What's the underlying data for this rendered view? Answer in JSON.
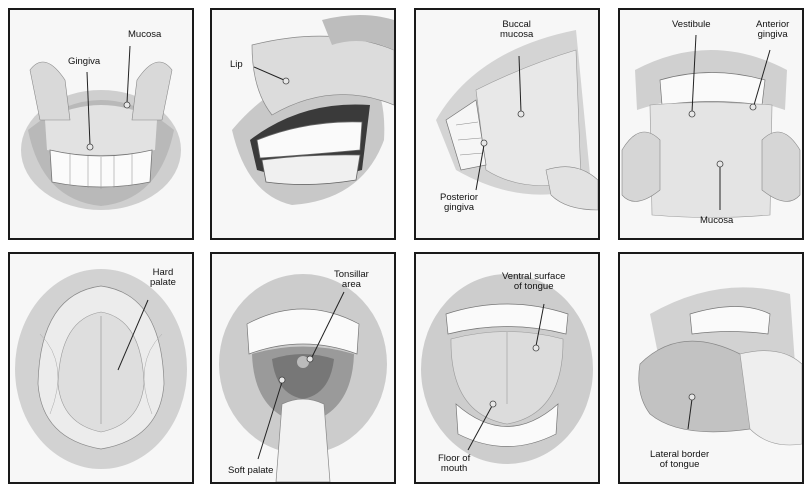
{
  "panels": [
    {
      "labels": [
        "Gingiva",
        "Mucosa"
      ]
    },
    {
      "labels": [
        "Lip"
      ]
    },
    {
      "labels": [
        "Buccal\nmucosa",
        "Posterior\ngingiva"
      ]
    },
    {
      "labels": [
        "Vestibule",
        "Anterior\ngingiva",
        "Mucosa"
      ]
    },
    {
      "labels": [
        "Hard\npalate"
      ]
    },
    {
      "labels": [
        "Tonsillar\narea",
        "Soft palate"
      ]
    },
    {
      "labels": [
        "Ventral surface\nof tongue",
        "Floor of\nmouth"
      ]
    },
    {
      "labels": [
        "Lateral border\nof tongue"
      ]
    }
  ]
}
